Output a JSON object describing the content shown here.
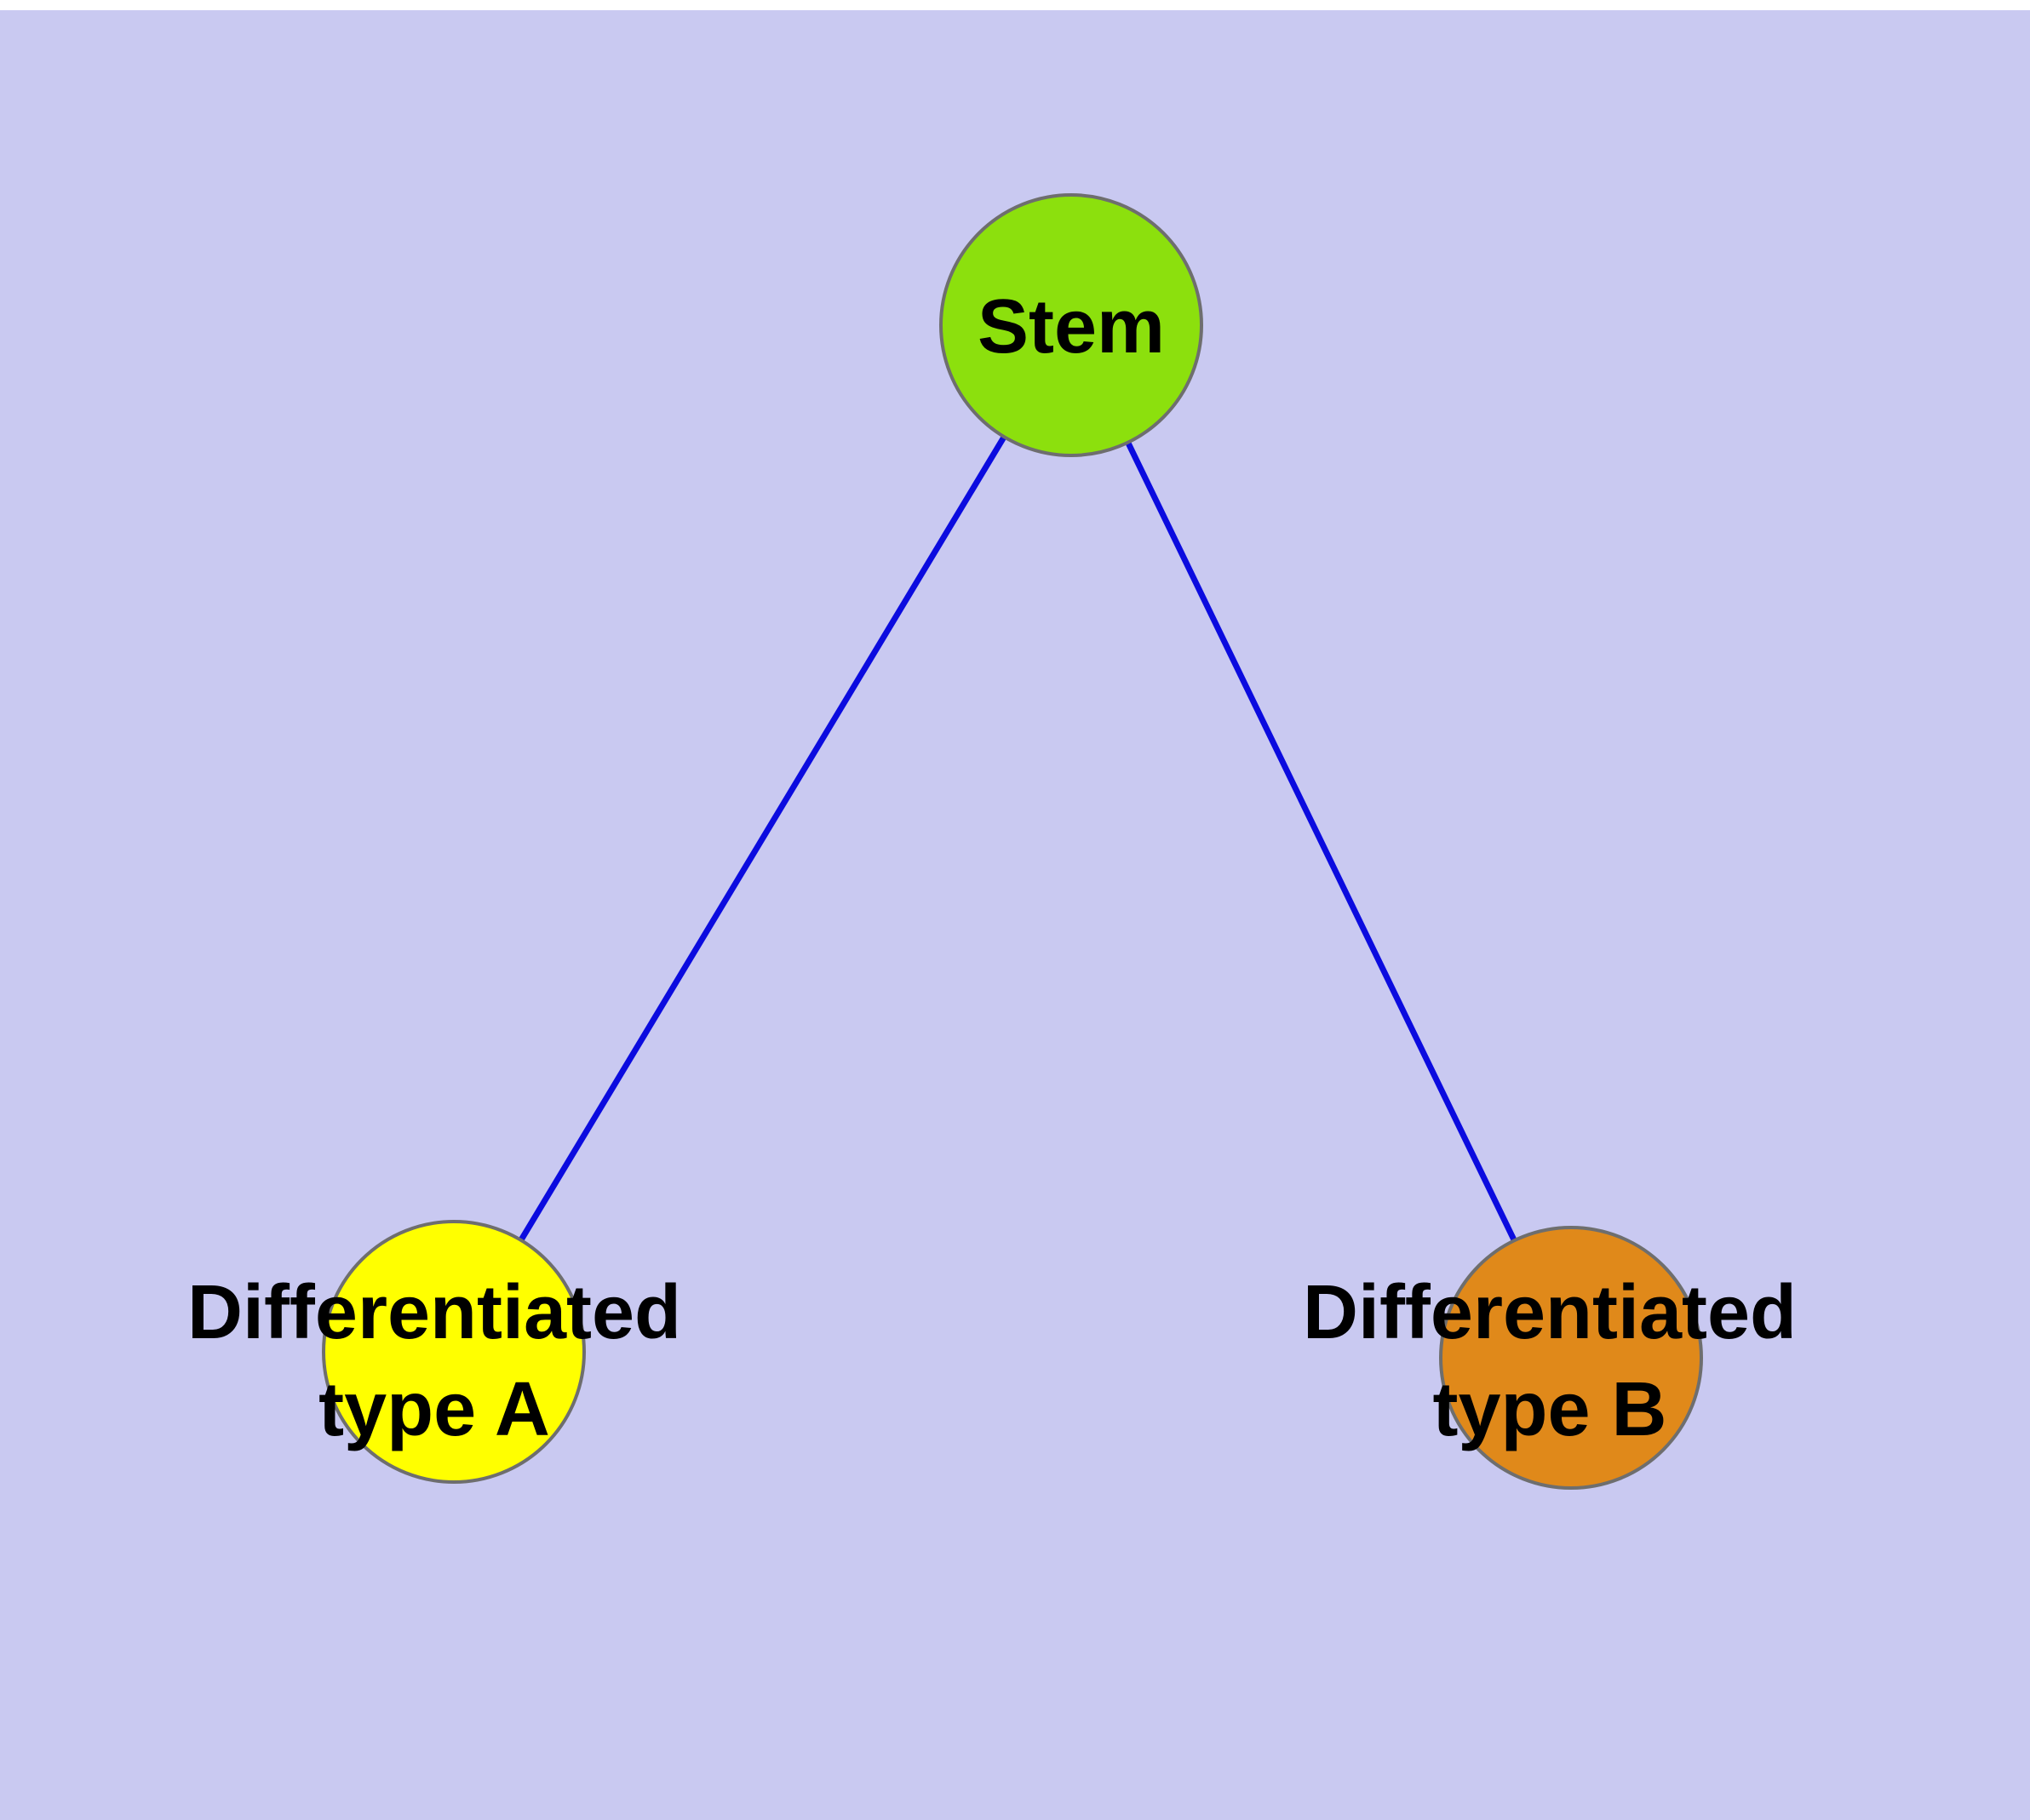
{
  "diagram": {
    "background_color": "#c9c9f1",
    "top_margin_color": "#ffffff",
    "edge_color": "#0b0bdf",
    "node_border_color": "#6e6e6e",
    "label_color": "#000000",
    "nodes": [
      {
        "id": "stem",
        "label": "Stem",
        "fill": "#8ce00d"
      },
      {
        "id": "differentiated-type-a",
        "label_line1": "Differentiated",
        "label_line2": "type A",
        "fill": "#ffff00"
      },
      {
        "id": "differentiated-type-b",
        "label_line1": "Differentiated",
        "label_line2": "type B",
        "fill": "#e0891a"
      }
    ],
    "edges": [
      {
        "from": "Stem",
        "to": "Differentiated type A"
      },
      {
        "from": "Stem",
        "to": "Differentiated type B"
      }
    ]
  }
}
